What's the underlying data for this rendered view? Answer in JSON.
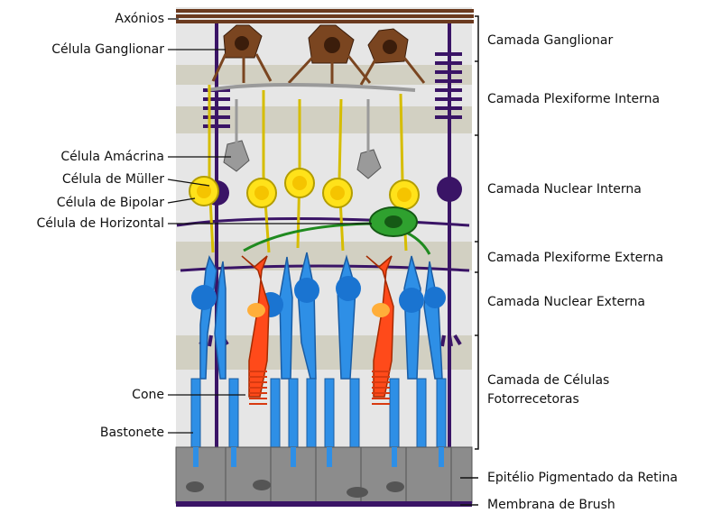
{
  "left_labels": {
    "axons": "Axónios",
    "ganglion_cell": "Célula Ganglionar",
    "amacrine_cell": "Célula Amácrina",
    "muller_cell": "Célula de Müller",
    "bipolar_cell": "Célula de Bipolar",
    "horizontal_cell": "Célula de Horizontal",
    "cone": "Cone",
    "rod": "Bastonete"
  },
  "right_labels": {
    "ganglion_layer": "Camada Ganglionar",
    "inner_plexiform": "Camada Plexiforme Interna",
    "inner_nuclear": "Camada Nuclear Interna",
    "outer_plexiform": "Camada Plexiforme Externa",
    "outer_nuclear": "Camada Nuclear Externa",
    "photoreceptor_line1": "Camada de Células",
    "photoreceptor_line2": "Fotorrecetoras",
    "rpe": "Epitélio Pigmentado da Retina",
    "bruch": "Membrana de Brush"
  },
  "colors": {
    "axon_brown": "#6b3a1f",
    "ganglion_brown": "#7a4520",
    "bipolar_yellow": "#ffe21a",
    "amacrine_gray": "#9a9a9a",
    "muller_purple": "#3a1466",
    "horizontal_green": "#1f8a1f",
    "cone_orange": "#ff4a1a",
    "rod_blue": "#2e8fe6",
    "rpe_gray": "#8c8c8c",
    "band_light": "#e4e4e4",
    "band_dark": "#cfcdbf"
  }
}
